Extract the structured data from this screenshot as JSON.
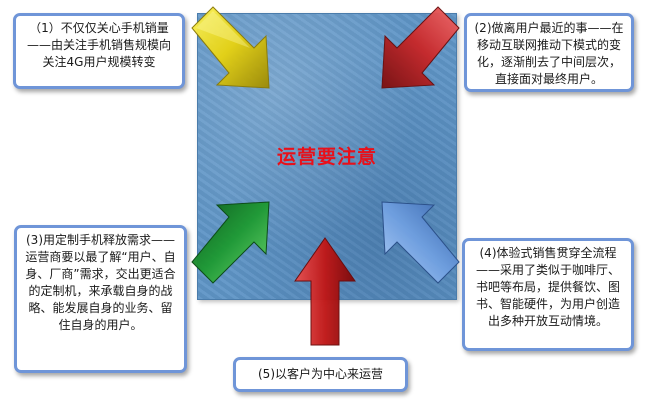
{
  "center": {
    "title": "运营要注意"
  },
  "callouts": {
    "c1": "（1）不仅仅关心手机销量——由关注手机销售规模向关注4G用户规模转变",
    "c2": "(2)做离用户最近的事——在移动互联网推动下模式的变化，逐渐削去了中间层次，直接面对最终用户。",
    "c3": "(3)用定制手机释放需求——运营商要以最了解“用户、自身、厂商”需求，交出更适合的定制机，来承载自身的战略、能发展自身的业务、留住自身的用户。",
    "c4": "(4)体验式销售贯穿全流程——采用了类似于咖啡厅、书吧等布局，提供餐饮、图书、智能硬件，为用户创造出多种开放互动情境。",
    "c5": "(5)以客户为中心来运营"
  },
  "colors": {
    "arrow_yellow": "#e6d214",
    "arrow_red": "#c8282a",
    "arrow_green": "#1f9a34",
    "arrow_blue": "#6f9fe0",
    "arrow_darkred": "#c01818",
    "title_red": "#e8101a",
    "callout_border": "#6f95d8"
  }
}
